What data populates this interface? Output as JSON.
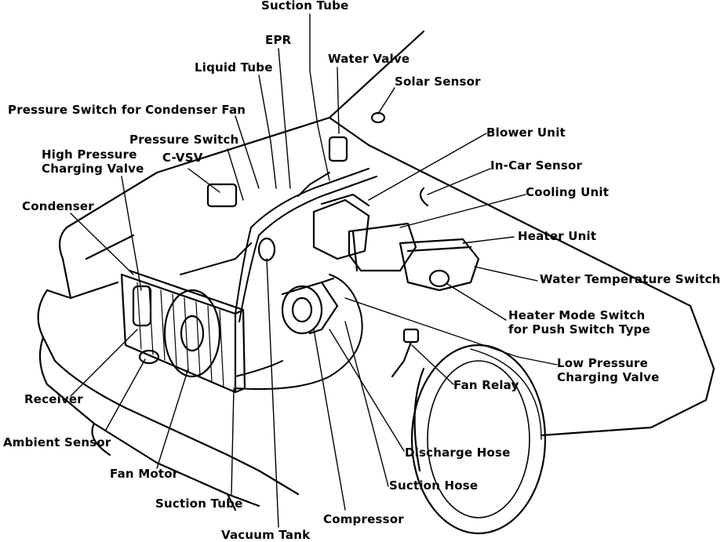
{
  "labels": {
    "suction_tube_top": "Suction Tube",
    "epr": "EPR",
    "water_valve": "Water Valve",
    "liquid_tube": "Liquid Tube",
    "solar_sensor": "Solar Sensor",
    "pressure_switch_condenser_fan": "Pressure Switch for Condenser Fan",
    "blower_unit": "Blower Unit",
    "pressure_switch": "Pressure Switch",
    "high_pressure_charging_valve_1": "High Pressure",
    "high_pressure_charging_valve_2": "Charging Valve",
    "c_vsv": "C-VSV",
    "in_car_sensor": "In-Car Sensor",
    "cooling_unit": "Cooling Unit",
    "condenser": "Condenser",
    "heater_unit": "Heater Unit",
    "water_temperature_switch": "Water Temperature Switch",
    "heater_mode_switch_1": "Heater Mode Switch",
    "heater_mode_switch_2": "for Push Switch Type",
    "low_pressure_charging_valve_1": "Low Pressure",
    "low_pressure_charging_valve_2": "Charging Valve",
    "fan_relay": "Fan Relay",
    "receiver": "Receiver",
    "ambient_sensor": "Ambient Sensor",
    "discharge_hose": "Discharge Hose",
    "fan_motor": "Fan Motor",
    "suction_hose": "Suction Hose",
    "suction_tube_bottom": "Suction Tube",
    "compressor": "Compressor",
    "vacuum_tank": "Vacuum Tank"
  }
}
